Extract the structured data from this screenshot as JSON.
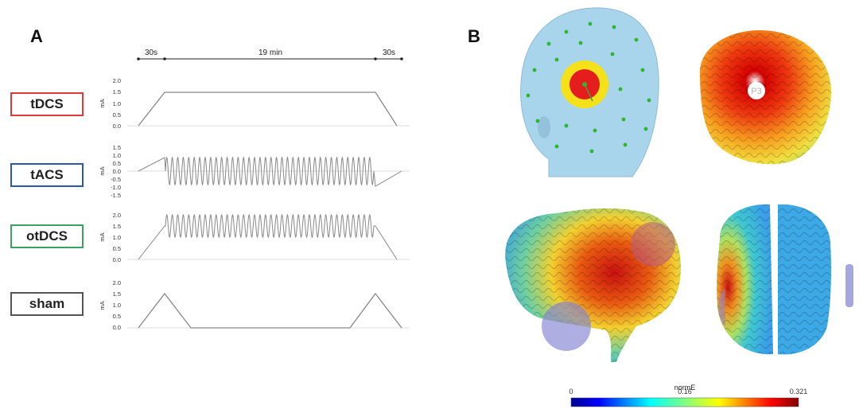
{
  "panels": {
    "a": "A",
    "b": "B"
  },
  "timeline": {
    "start": "30s",
    "middle": "19 min",
    "end": "30s"
  },
  "conditions": [
    {
      "label": "tDCS",
      "color": "#e0393c"
    },
    {
      "label": "tACS",
      "color": "#2c5aa8"
    },
    {
      "label": "otDCS",
      "color": "#3aa35f"
    },
    {
      "label": "sham",
      "color": "#555555"
    }
  ],
  "unit": "mA",
  "ticks": {
    "tdcs": [
      "2.0",
      "1.5",
      "1.0",
      "0.5",
      "0.0"
    ],
    "tacs": [
      "1.5",
      "1.0",
      "0.5",
      "0.0",
      "-0.5",
      "-1.0",
      "-1.5"
    ],
    "otdcs": [
      "2.0",
      "1.5",
      "1.0",
      "0.5",
      "0.0"
    ],
    "sham": [
      "2.0",
      "1.5",
      "1.0",
      "0.5",
      "0.0"
    ]
  },
  "electrode_label": "P3",
  "colorbar": {
    "title": "normE",
    "min": "0",
    "mid": "0.16",
    "max": "0.321"
  }
}
